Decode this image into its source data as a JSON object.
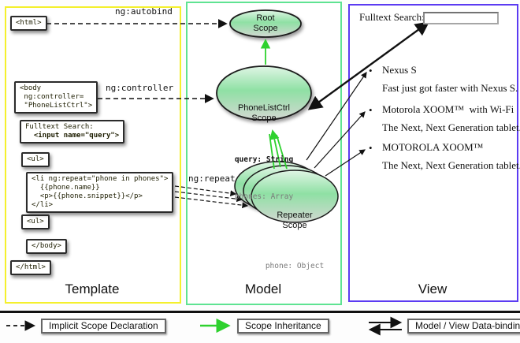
{
  "panels": {
    "template_label": "Template",
    "model_label": "Model",
    "view_label": "View"
  },
  "template": {
    "html_open": "<html>",
    "body_open": "<body\n ng:controller=\n \"PhoneListCtrl\">",
    "fulltext_label": "Fulltext Search:",
    "fulltext_input": "  <input name=\"query\">",
    "ul_open_1": "<ul>",
    "li_repeat": "<li ng:repeat=\"phone in phones\">\n  {{phone.name}}\n  <p>{{phone.snippet}}</p>\n</li>",
    "ul_open_2": "<ul>",
    "body_close": "</body>",
    "html_close": "</html>"
  },
  "edge_labels": {
    "autobind": "ng:autobind",
    "controller": "ng:controller",
    "repeat": "ng:repeat"
  },
  "model": {
    "root_scope_title": "Root\nScope",
    "phonelist_title": "PhoneListCtrl\nScope",
    "phonelist_query": "query: String",
    "phonelist_phones": "phones: Array",
    "repeater_title": "Repeater\nScope",
    "repeater_phone": "phone: Object"
  },
  "view": {
    "search_label": "Fulltext Search:",
    "search_value": "",
    "bullet": "•",
    "items": [
      {
        "name": "Nexus S",
        "desc": "Fast just got faster with Nexus S."
      },
      {
        "name": "Motorola XOOM™  with Wi-Fi",
        "desc": "The Next, Next Generation tablet."
      },
      {
        "name": "MOTOROLA XOOM™",
        "desc": "The Next, Next Generation tablet."
      }
    ]
  },
  "legend": {
    "implicit": "Implicit Scope Declaration",
    "inheritance": "Scope Inheritance",
    "databinding": "Model / View Data-binding"
  },
  "colors": {
    "template_border": "#f4f02c",
    "model_border": "#5fe392",
    "view_border": "#5b3bf2",
    "inheritance_green": "#2ed12e",
    "scope_fill_top": "#e0f5e5",
    "scope_fill_mid": "#8fe0a4",
    "scope_fill_bottom": "#d3d8d2",
    "code_box_top": "#f8f84c",
    "code_box_bottom": "#c2c26a"
  }
}
